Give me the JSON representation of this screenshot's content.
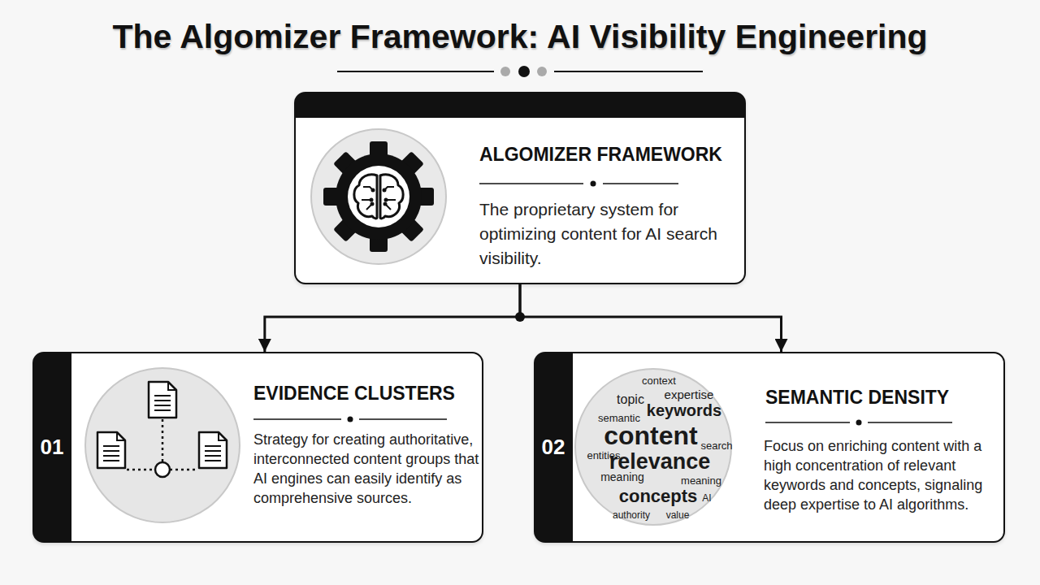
{
  "diagram": {
    "title": "The Algomizer Framework: AI Visibility Engineering",
    "nodes": [
      {
        "text": [
          "ALGOMIZER FRAMEWORK",
          "The proprietary system for optimizing content for AI search visibility."
        ]
      },
      {
        "text": [
          "01",
          "EVIDENCE CLUSTERS",
          "Strategy for creating authoritative, interconnected content groups that AI engines can easily identify as comprehensive sources."
        ]
      },
      {
        "text": [
          "02",
          "SEMANTIC DENSITY",
          "Focus on enriching content with a high concentration of relevant keywords and concepts, signaling deep expertise to AI algorithms."
        ]
      }
    ],
    "edges": [
      {
        "from": 0,
        "to": 1,
        "arrow": "to"
      },
      {
        "from": 0,
        "to": 2,
        "arrow": "to"
      }
    ],
    "labels": [
      "context",
      "expertise",
      "topic",
      "keywords",
      "semantic",
      "content",
      "search",
      "entities",
      "relevance",
      "meaning",
      "meaning",
      "concepts",
      "AI",
      "authority",
      "value"
    ]
  }
}
